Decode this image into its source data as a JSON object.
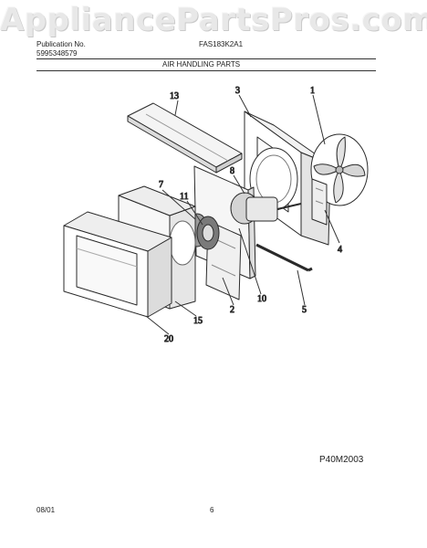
{
  "watermark": "AppliancePartsPros.com",
  "header": {
    "publication_label": "Publication No.",
    "publication_number": "5995348579",
    "model": "FAS183K2A1",
    "section_title": "AIR HANDLING PARTS"
  },
  "callouts": {
    "c1": "1",
    "c2": "2",
    "c3": "3",
    "c4": "4",
    "c5": "5",
    "c7": "7",
    "c8": "8",
    "c10": "10",
    "c11": "11",
    "c13": "13",
    "c15": "15",
    "c20": "20"
  },
  "drawing_code": "P40M2003",
  "footer": {
    "date": "08/01",
    "page": "6"
  }
}
